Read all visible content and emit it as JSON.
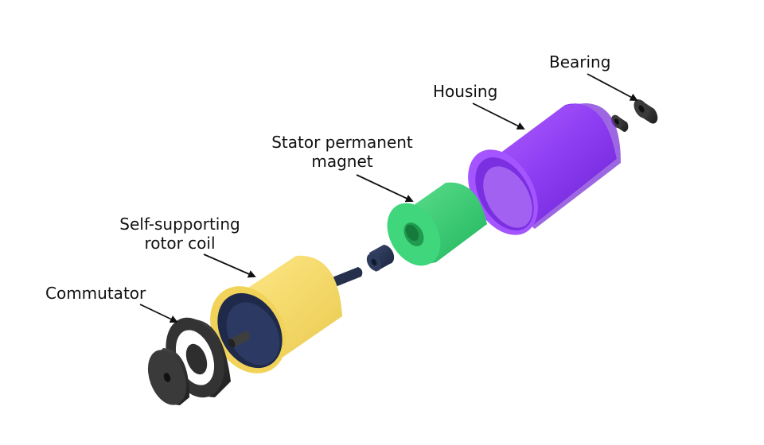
{
  "labels": {
    "bearing": "Bearing",
    "housing": "Housing",
    "stator_line1": "Stator permanent",
    "stator_line2": "magnet",
    "rotor_line1": "Self-supporting",
    "rotor_line2": "rotor coil",
    "commutator": "Commutator"
  },
  "colors": {
    "housing": "#8a2be2",
    "stator": "#2ecc71",
    "rotor": "#f5d862",
    "shaft": "#1f2a44",
    "commutator": "#2a2a2a"
  }
}
